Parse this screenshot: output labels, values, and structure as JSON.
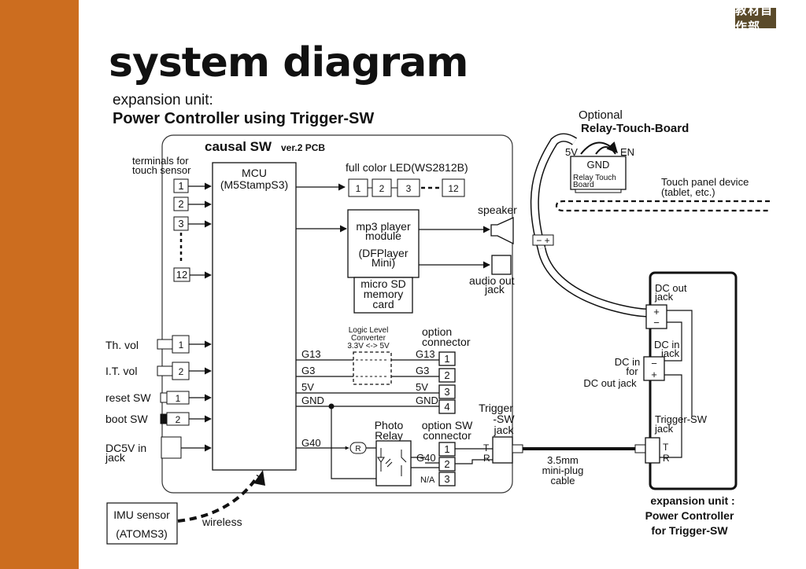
{
  "header": {
    "logo_text": "教材自作部",
    "title": "system diagram",
    "subtitle_line1": "expansion unit:",
    "subtitle_line2": "Power Controller using Trigger-SW"
  },
  "pcb": {
    "title": "causal SW",
    "version": "ver.2 PCB"
  },
  "mcu": {
    "name": "MCU",
    "model": "(M5StampS3)"
  },
  "touch": {
    "label_line1": "terminals for",
    "label_line2": "touch sensor",
    "terminals": [
      "1",
      "2",
      "3",
      "12"
    ]
  },
  "led": {
    "label": "full color LED(WS2812B)",
    "cells": [
      "1",
      "2",
      "3",
      "12"
    ]
  },
  "mp3": {
    "line1": "mp3 player",
    "line2": "module",
    "line3": "(DFPlayer",
    "line4": "Mini)",
    "sd_line1": "micro SD",
    "sd_line2": "memory",
    "sd_line3": "card"
  },
  "speaker": {
    "label": "speaker"
  },
  "audio_out": {
    "line1": "audio out",
    "line2": "jack"
  },
  "inputs": [
    {
      "label": "Th. vol",
      "num": "1"
    },
    {
      "label": "I.T. vol",
      "num": "2"
    },
    {
      "label": "reset SW",
      "num": "1"
    },
    {
      "label": "boot SW",
      "num": "2"
    }
  ],
  "dc5v": {
    "line1": "DC5V in",
    "line2": "jack"
  },
  "llc": {
    "line1": "Logic Level",
    "line2": "Converter",
    "line3": "3.3V <-> 5V"
  },
  "signals": {
    "g13": "G13",
    "g3": "G3",
    "v5": "5V",
    "gnd": "GND",
    "g40": "G40"
  },
  "option_connector": {
    "line1": "option",
    "line2": "connector",
    "pins": [
      "1",
      "2",
      "3",
      "4"
    ]
  },
  "photo_relay": {
    "line1": "Photo",
    "line2": "Relay",
    "resistor": "R"
  },
  "option_sw": {
    "line1": "option SW",
    "line2": "connector",
    "pins": [
      "1",
      "2",
      "3"
    ],
    "na": "N/A"
  },
  "trigger_jack": {
    "line1": "Trigger",
    "line2": "-SW",
    "line3": "jack",
    "t": "T",
    "r": "R"
  },
  "cable": {
    "line1": "3.5mm",
    "line2": "mini-plug",
    "line3": "cable"
  },
  "imu": {
    "line1": "IMU sensor",
    "line2": "(ATOMS3)",
    "wireless": "wireless"
  },
  "relay_touch": {
    "optional": "Optional",
    "title": "Relay-Touch-Board",
    "v5": "5V",
    "en": "EN",
    "gnd": "GND",
    "board_line1": "Relay Touch",
    "board_line2": "Board"
  },
  "touch_panel": {
    "line1": "Touch panel device",
    "line2": "(tablet, etc.)"
  },
  "expansion": {
    "dc_out_line1": "DC out",
    "dc_out_line2": "jack",
    "dc_in_line1": "DC in",
    "dc_in_line2": "jack",
    "dc_in_for_line1": "DC in",
    "dc_in_for_line2": "for",
    "dc_in_for_line3": "DC out jack",
    "trig_line1": "Trigger-SW",
    "trig_line2": "jack",
    "plus": "+",
    "minus": "−",
    "t": "T",
    "r": "R",
    "caption_line1": "expansion unit :",
    "caption_line2": "Power Controller",
    "caption_line3": "for Trigger-SW"
  }
}
